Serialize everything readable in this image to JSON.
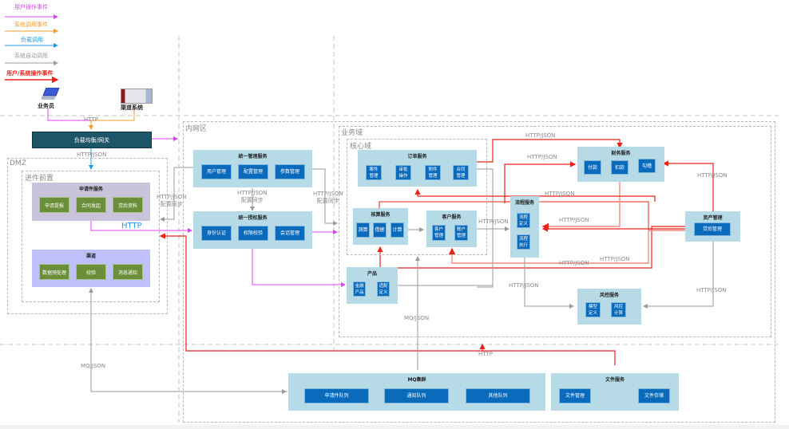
{
  "legend": [
    {
      "label": "用户操作事件",
      "color": "#e040fb"
    },
    {
      "label": "系统调用事件",
      "color": "#f39c2a"
    },
    {
      "label": "负载调用",
      "color": "#1e9be8"
    },
    {
      "label": "系统自动调用",
      "color": "#9a9a9a"
    },
    {
      "label": "用户/系统操作事件",
      "color": "#e8231a"
    }
  ],
  "actors": {
    "clerk": "业务员",
    "channel_system": "渠道系统"
  },
  "gateway": {
    "label": "负载均衡/网关"
  },
  "zones": {
    "dmz": "DMZ",
    "front": "进件前置",
    "intranet": "内网区",
    "business": "业务域",
    "core": "核心域"
  },
  "services": {
    "application": {
      "title": "申请件服务",
      "modules": [
        "申请提报",
        "合同发起",
        "贷后资料"
      ]
    },
    "channel": {
      "title": "渠道",
      "modules": [
        "数据预处理",
        "校验",
        "消息通知"
      ]
    },
    "unified_mgmt": {
      "title": "统一管理服务",
      "modules": [
        "用户管理",
        "配置管理",
        "参数管理"
      ]
    },
    "unified_auth": {
      "title": "统一授权服务",
      "modules": [
        "身份认证",
        "权限校验",
        "会话管理"
      ]
    },
    "order": {
      "title": "订单服务",
      "modules": [
        "案件\n管理",
        "审批\n操作",
        "附件\n管理",
        "合同\n管理"
      ]
    },
    "accounting": {
      "title": "核算服务",
      "modules": [
        "测算",
        "借据",
        "计算"
      ]
    },
    "customer": {
      "title": "客户服务",
      "modules": [
        "客户\n管理",
        "账户\n管理"
      ]
    },
    "product": {
      "title": "产品",
      "modules": [
        "金融\n产品",
        "适配\n定义"
      ]
    },
    "workflow": {
      "title": "流程服务",
      "modules": [
        "流程\n定义",
        "流程\n执行"
      ]
    },
    "finance": {
      "title": "财务服务",
      "modules": [
        "付款",
        "扣款",
        "勾稽"
      ]
    },
    "asset": {
      "title": "资产管理",
      "modules": [
        "贷后管理"
      ]
    },
    "risk": {
      "title": "风控服务",
      "modules": [
        "模型\n定义",
        "风控\n计算"
      ]
    },
    "mq": {
      "title": "MQ集群",
      "modules": [
        "申请件队列",
        "通知队列",
        "其他队列"
      ]
    },
    "file": {
      "title": "文件服务",
      "modules": [
        "文件管理",
        "文件存储"
      ]
    }
  },
  "edge_labels": {
    "http_top": "HTTP",
    "gateway_json": "HTTP/JSON",
    "cfg_sync_left": "HTTP/JSON\n配置同步",
    "cfg_sync_mid": "HTTP/JSON\n配置同步",
    "cfg_sync_right": "HTTP/JSON\n配置同步",
    "http_blue": "HTTP",
    "order_finance_1": "HTTP/JSON",
    "order_finance_2": "HTTP/JSON",
    "acc_workflow": "HTTP/JSON",
    "customer_workflow": "HTTP/JSON",
    "finance_workflow": "HTTP/JSON",
    "asset_finance": "HTTP/JSON",
    "asset_acc": "HTTP/JSON",
    "asset_cust": "HTTP/JSON",
    "workflow_risk": "HTTP/JSON",
    "asset_risk": "HTTP/JSON",
    "mq_core": "MQ/JSON",
    "mq_channel": "MQ/JSON",
    "file_http": "HTTP"
  }
}
